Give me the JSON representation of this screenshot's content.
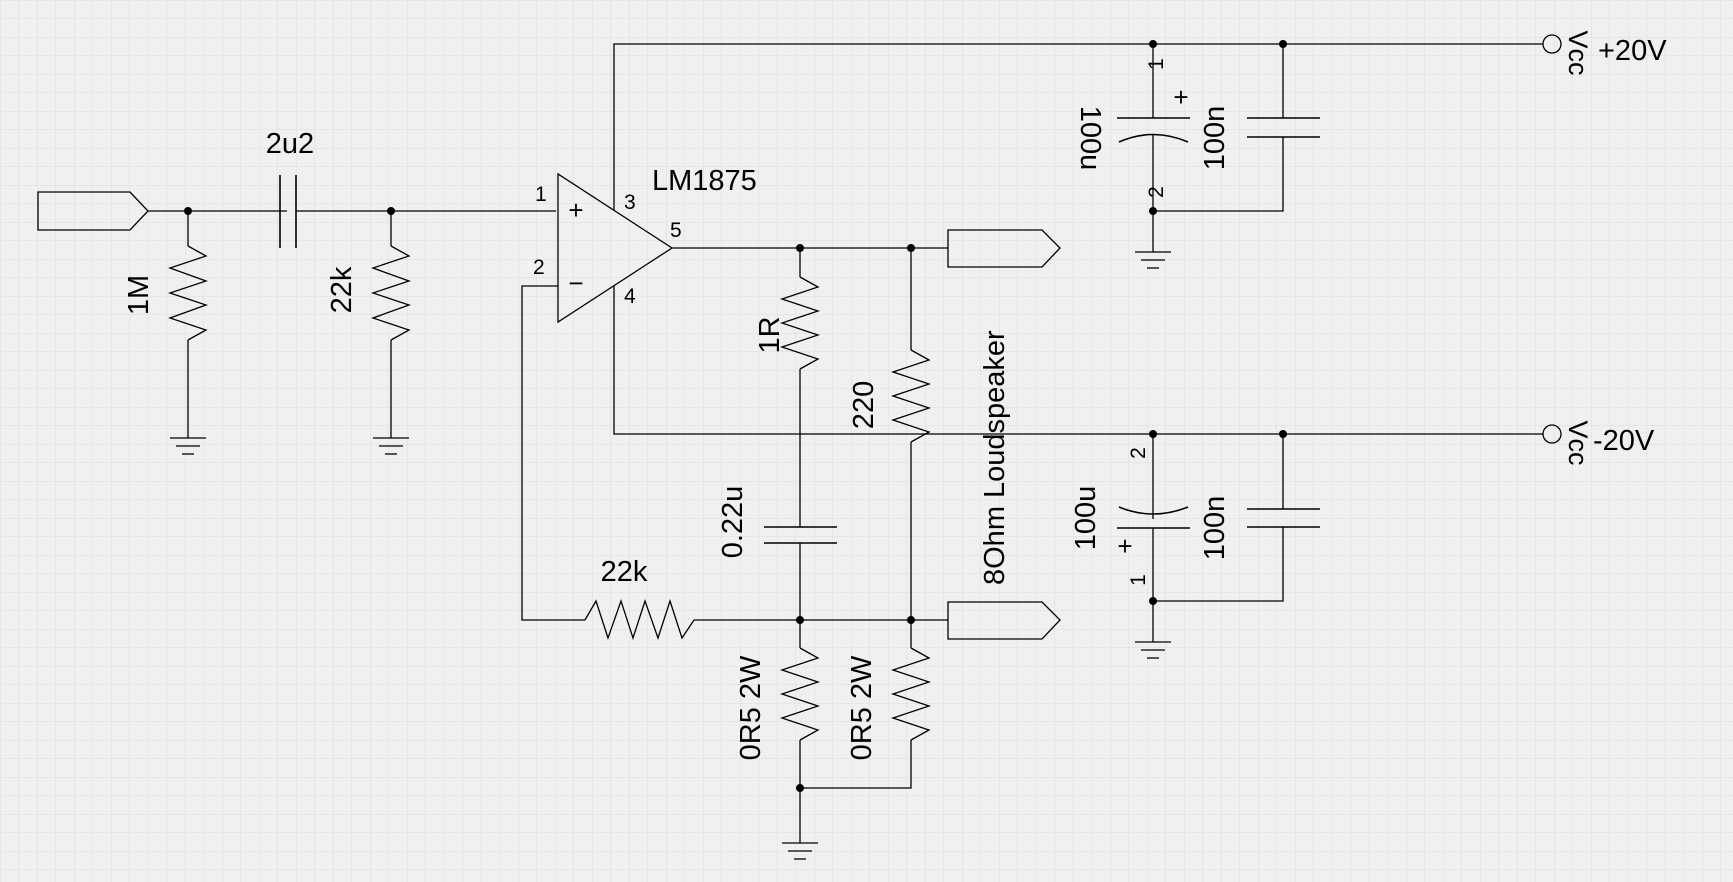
{
  "opamp": {
    "name": "LM1875",
    "pins": {
      "noninv": "1",
      "inv": "2",
      "vplus": "3",
      "vminus": "4",
      "out": "5"
    }
  },
  "values": {
    "input_resistor": "1M",
    "input_cap": "2u2",
    "bias_resistor": "22k",
    "feedback_resistor": "22k",
    "zobel_resistor": "1R",
    "zobel_cap": "0.22u",
    "series_resistor": "220",
    "sense_resistor_a": "0R5 2W",
    "sense_resistor_b": "0R5 2W",
    "load": "8Ohm Loudspeaker",
    "pos_elcap": "100u",
    "pos_cap": "100n",
    "neg_elcap": "100u",
    "neg_cap": "100n"
  },
  "cap_pins": {
    "pos_top": "1",
    "pos_bottom": "2",
    "neg_top": "2",
    "neg_bottom": "1",
    "plus_sign": "+"
  },
  "supplies": {
    "positive": {
      "net": "Vcc",
      "voltage": "+20V"
    },
    "negative": {
      "net": "Vcc",
      "voltage": "-20V"
    }
  },
  "opamp_signs": {
    "plus": "+",
    "minus": "−"
  }
}
